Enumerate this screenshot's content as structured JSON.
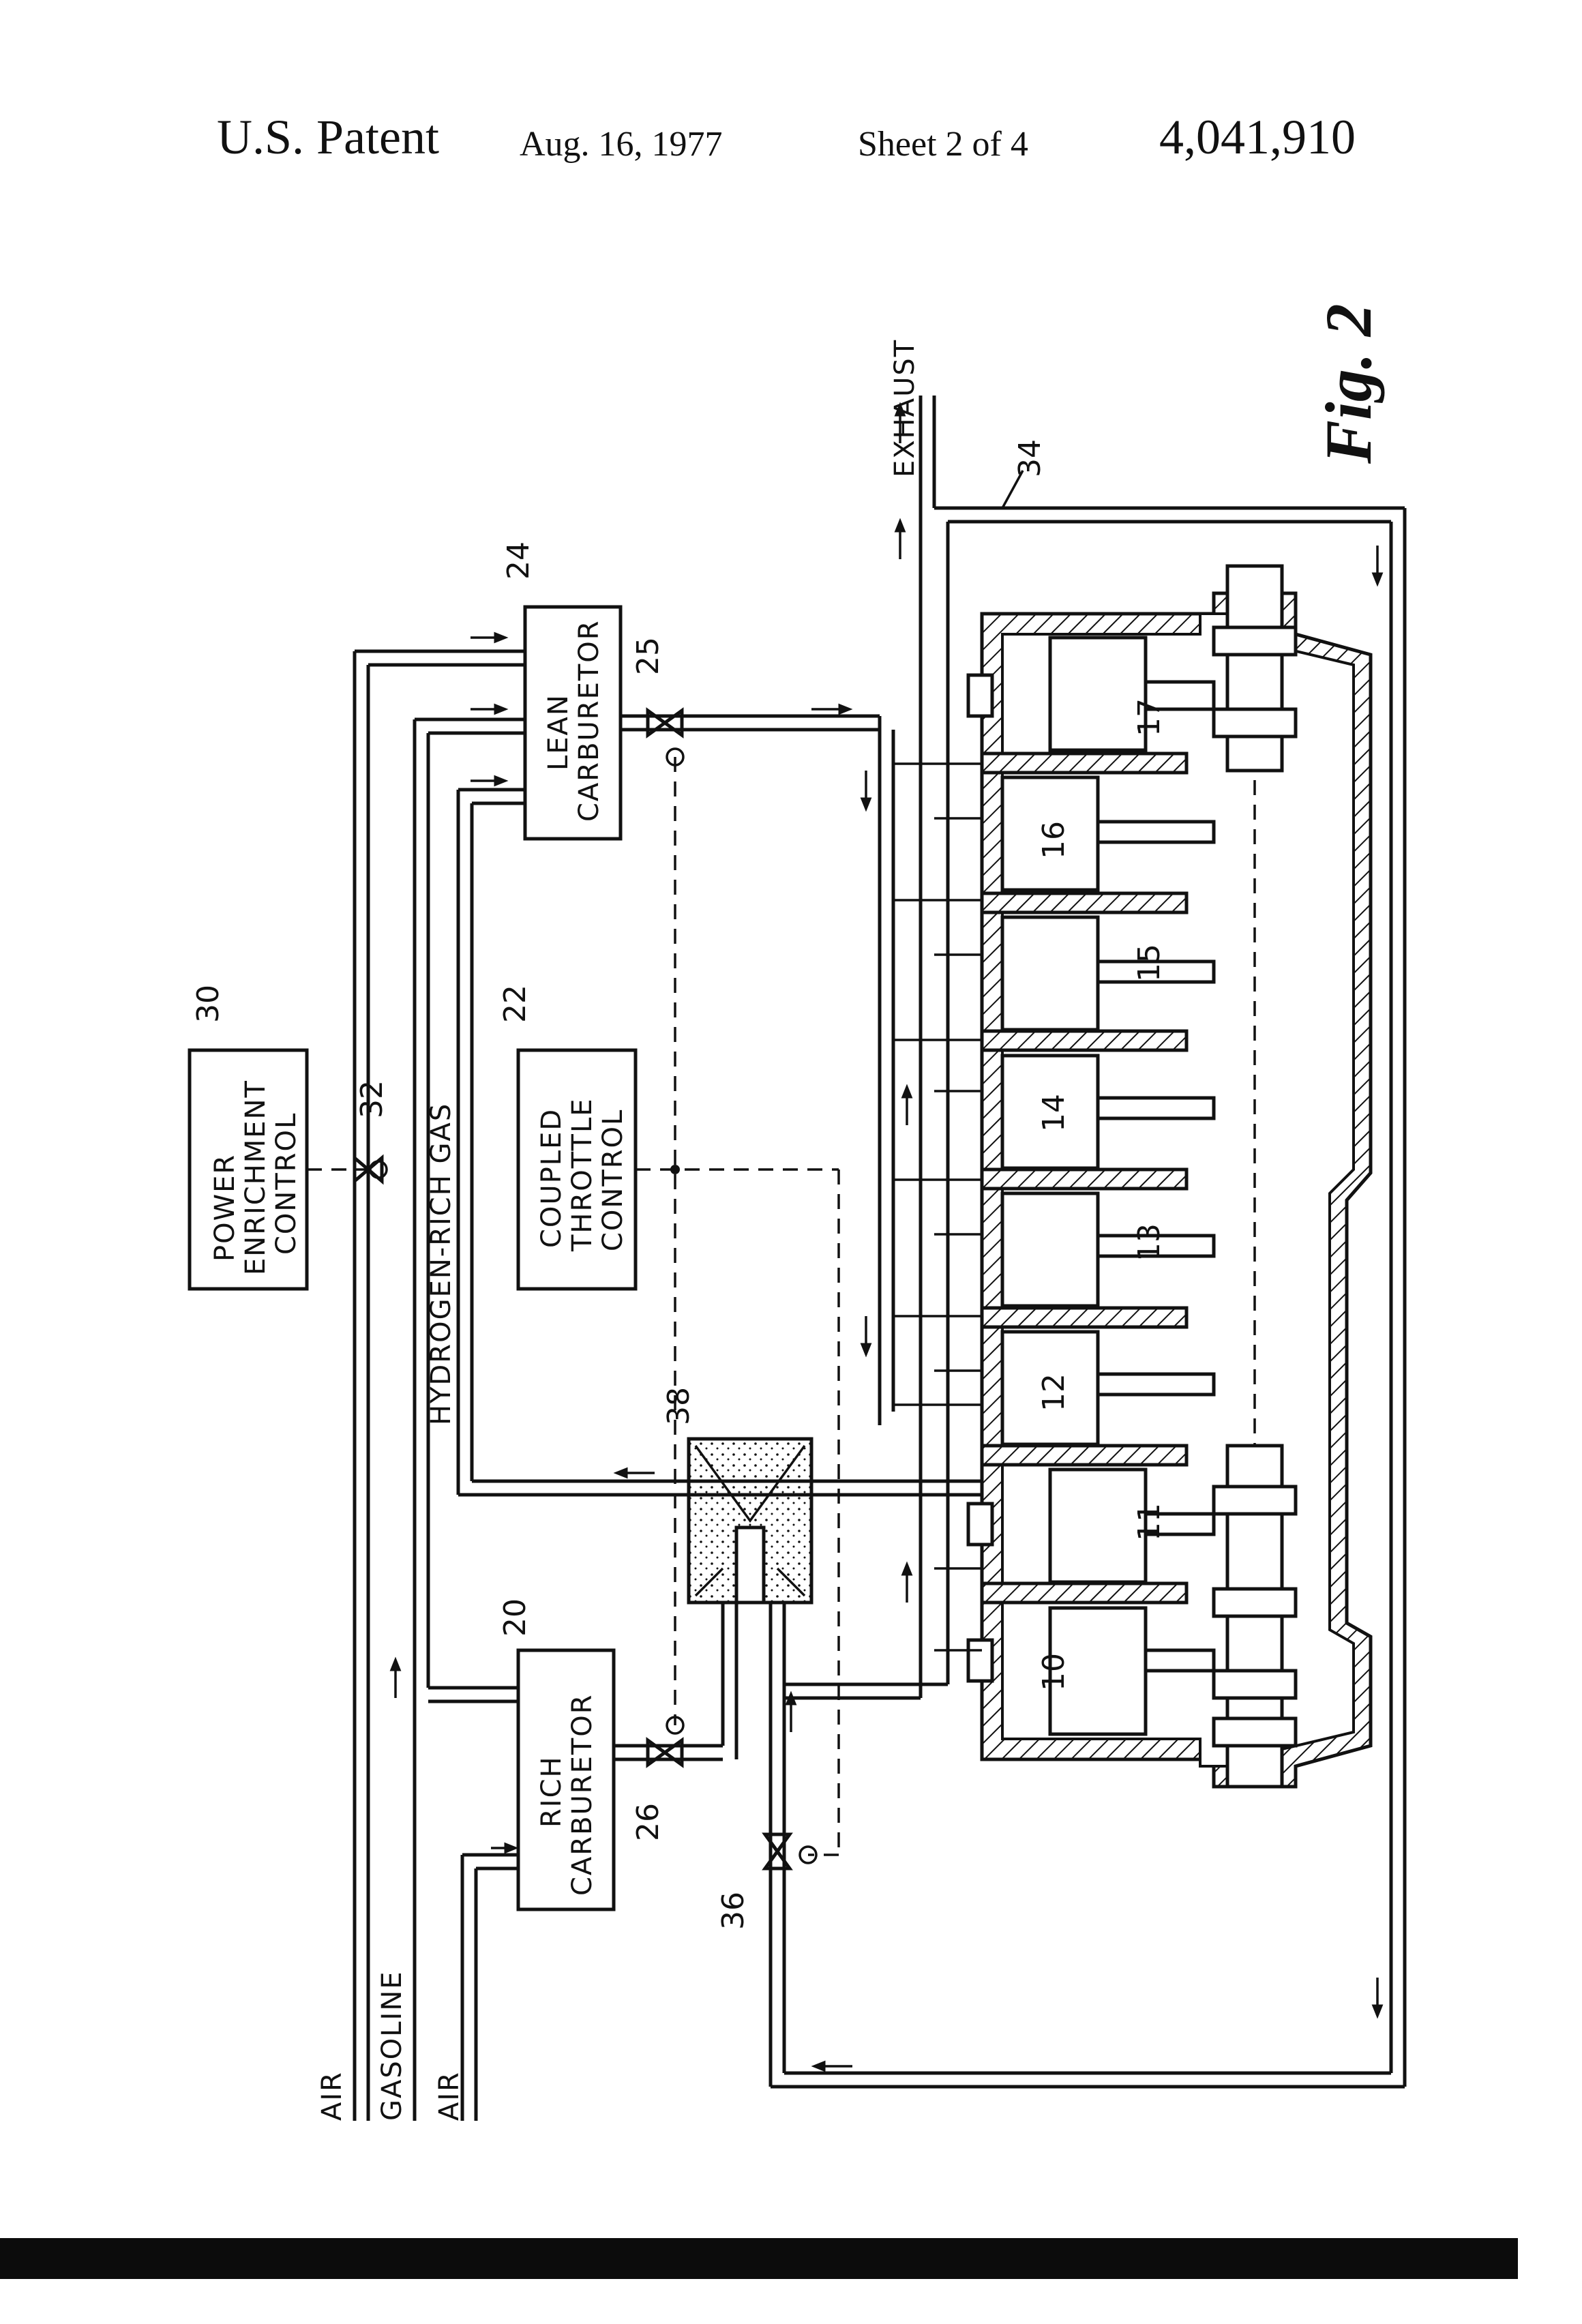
{
  "header": {
    "patent": "U.S. Patent",
    "date": "Aug. 16, 1977",
    "sheet": "Sheet 2 of 4",
    "number": "4,041,910"
  },
  "figure": {
    "label": "Fig. 2"
  },
  "inputs": {
    "air_top": "AIR",
    "gasoline": "GASOLINE",
    "air_bottom": "AIR"
  },
  "flows": {
    "exhaust": "EXHAUST",
    "hydrogen_gas": "HYDROGEN-RICH GAS"
  },
  "components": {
    "power_enrichment": {
      "lines": [
        "POWER",
        "ENRICHMENT",
        "CONTROL"
      ],
      "ref": "30"
    },
    "coupled_throttle": {
      "lines": [
        "COUPLED",
        "THROTTLE",
        "CONTROL"
      ],
      "ref": "22"
    },
    "lean_carburetor": {
      "lines": [
        "LEAN",
        "CARBURETOR"
      ],
      "ref": "24"
    },
    "rich_carburetor": {
      "lines": [
        "RICH",
        "CARBURETOR"
      ],
      "ref": "20"
    },
    "valve_25": "25",
    "valve_26": "26",
    "valve_32": "32",
    "valve_36": "36",
    "converter_38": "38",
    "exhaust_line_34": "34"
  },
  "cylinders": [
    "10",
    "11",
    "12",
    "13",
    "14",
    "15",
    "16",
    "17"
  ]
}
